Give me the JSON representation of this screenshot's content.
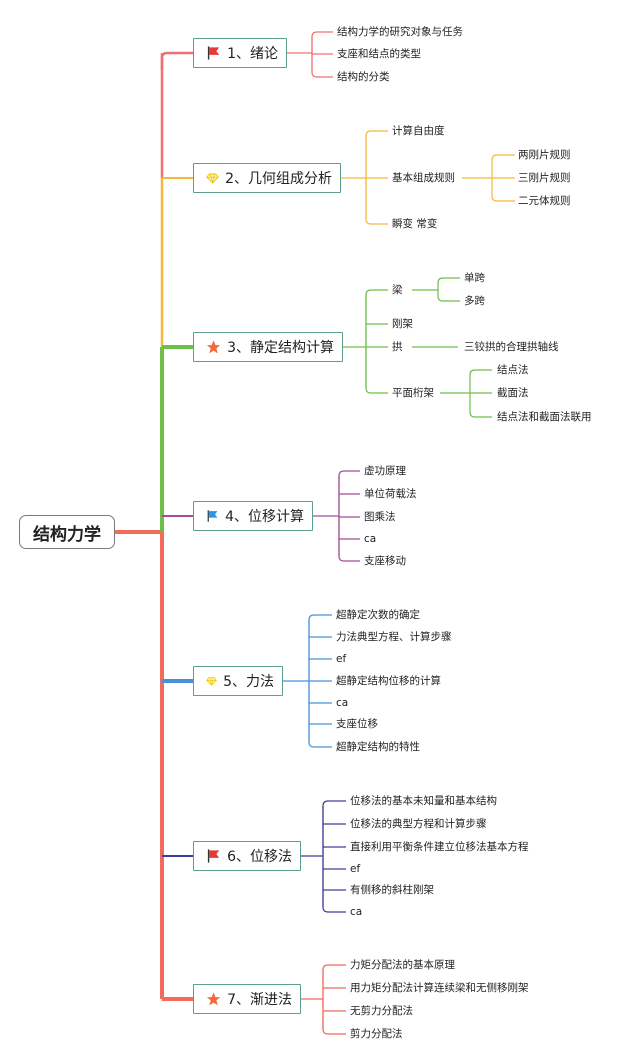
{
  "root": "结构力学",
  "colors": {
    "t1": "#f07070",
    "t2": "#f5b83d",
    "t3": "#6cc04a",
    "t4": "#a44d96",
    "t5": "#4a90d9",
    "t6": "#3d3d9a",
    "t7": "#f26b5b",
    "trunk": "#f26b5b",
    "border": "#5e9e8e"
  },
  "topics": [
    {
      "label": "1、绪论",
      "icon": "red-flag-icon",
      "children": [
        "结构力学的研究对象与任务",
        "支座和结点的类型",
        "结构的分类"
      ]
    },
    {
      "label": "2、几何组成分析",
      "icon": "yellow-diamond-icon",
      "children": [
        "计算自由度",
        "基本组成规则",
        "瞬变 常变"
      ],
      "sub": [
        "两刚片规则",
        "三刚片规则",
        "二元体规则"
      ]
    },
    {
      "label": "3、静定结构计算",
      "icon": "orange-star-icon",
      "children": [
        "梁",
        "刚架",
        "拱",
        "平面桁架"
      ],
      "beam": [
        "单跨",
        "多跨"
      ],
      "arch": [
        "三铰拱的合理拱轴线"
      ],
      "truss": [
        "结点法",
        "截面法",
        "结点法和截面法联用"
      ]
    },
    {
      "label": "4、位移计算",
      "icon": "blue-flag-icon",
      "children": [
        "虚功原理",
        "单位荷载法",
        "图乘法",
        "ca",
        "支座移动"
      ]
    },
    {
      "label": "5、力法",
      "icon": "yellow-diamond-icon",
      "children": [
        "超静定次数的确定",
        "力法典型方程、计算步骤",
        "ef",
        "超静定结构位移的计算",
        "ca",
        "支座位移",
        "超静定结构的特性"
      ]
    },
    {
      "label": "6、位移法",
      "icon": "red-flag-icon",
      "children": [
        "位移法的基本未知量和基本结构",
        "位移法的典型方程和计算步骤",
        "直接利用平衡条件建立位移法基本方程",
        "ef",
        "有侧移的斜柱刚架",
        "ca"
      ]
    },
    {
      "label": "7、渐进法",
      "icon": "orange-star-icon",
      "children": [
        "力矩分配法的基本原理",
        "用力矩分配法计算连续梁和无侧移刚架",
        "无剪力分配法",
        "剪力分配法"
      ]
    }
  ]
}
